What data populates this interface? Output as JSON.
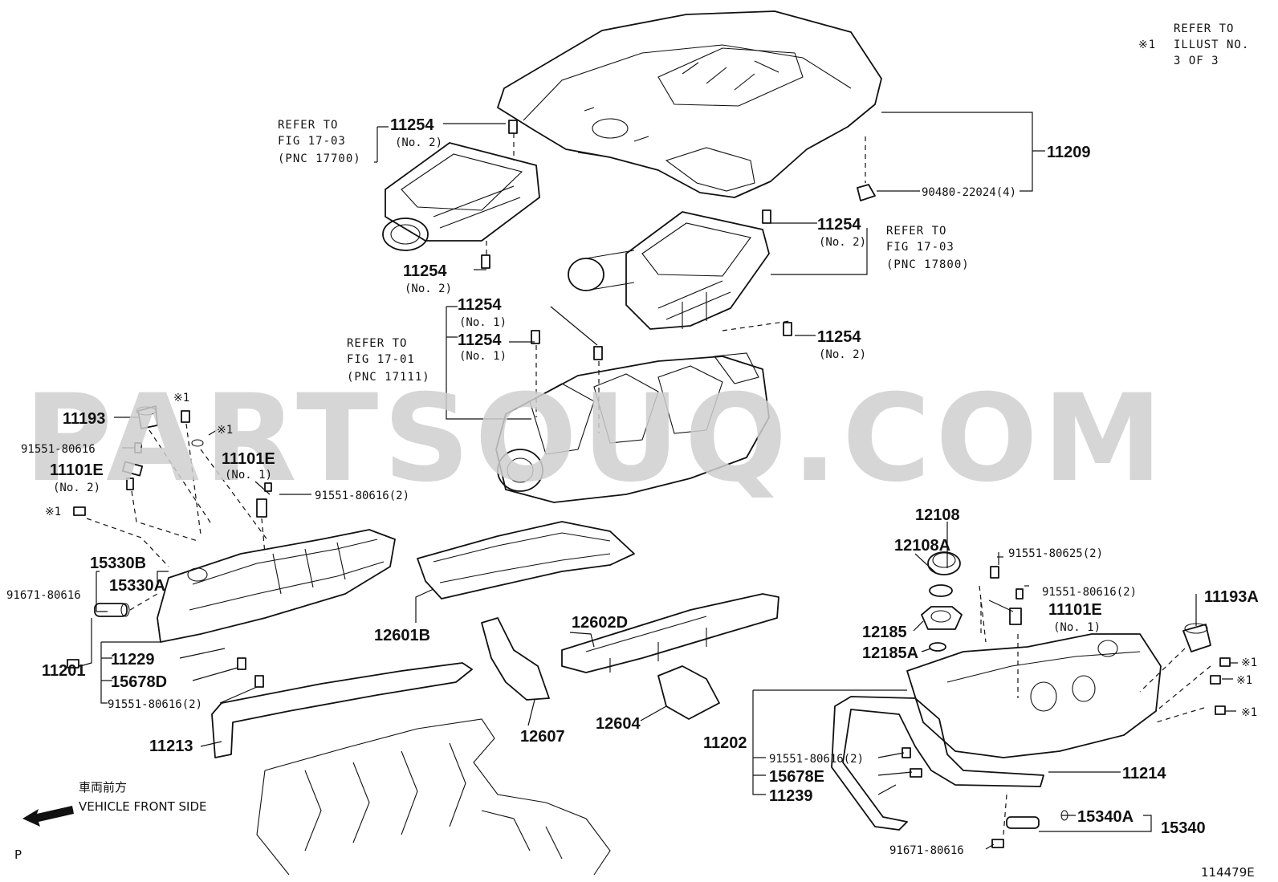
{
  "watermark": "PARTSOUQ.COM",
  "note": {
    "symbol": "※1",
    "text_1": "REFER TO",
    "text_2": "ILLUST NO.",
    "text_3": "3 OF 3"
  },
  "refs": {
    "r1": {
      "l1": "REFER TO",
      "l2": "FIG 17-03",
      "l3": "(PNC 17700)"
    },
    "r2": {
      "l1": "REFER TO",
      "l2": "FIG 17-03",
      "l3": "(PNC 17800)"
    },
    "r3": {
      "l1": "REFER TO",
      "l2": "FIG 17-01",
      "l3": "(PNC 17111)"
    }
  },
  "labels": {
    "p11254": "11254",
    "no1": "(No. 1)",
    "no2": "(No. 2)",
    "p11209": "11209",
    "p90480": "90480-22024(4)",
    "p11193": "11193",
    "p91551": "91551-80616",
    "p91551x2": "91551-80616(2)",
    "p91551_625": "91551-80625(2)",
    "p11101E": "11101E",
    "p15330B": "15330B",
    "p15330A": "15330A",
    "p91671": "91671-80616",
    "p11201": "11201",
    "p11229": "11229",
    "p15678D": "15678D",
    "p11213": "11213",
    "p12601B": "12601B",
    "p12602D": "12602D",
    "p12607": "12607",
    "p12604": "12604",
    "p12108": "12108",
    "p12108A": "12108A",
    "p12185": "12185",
    "p12185A": "12185A",
    "p11193A": "11193A",
    "p11202": "11202",
    "p15678E": "15678E",
    "p11239": "11239",
    "p11214": "11214",
    "p15340A": "15340A",
    "p15340": "15340",
    "star1": "※1"
  },
  "front": {
    "jp": "車両前方",
    "en": "VEHICLE FRONT SIDE"
  },
  "corner_p": "P",
  "illust_no": "114479E"
}
